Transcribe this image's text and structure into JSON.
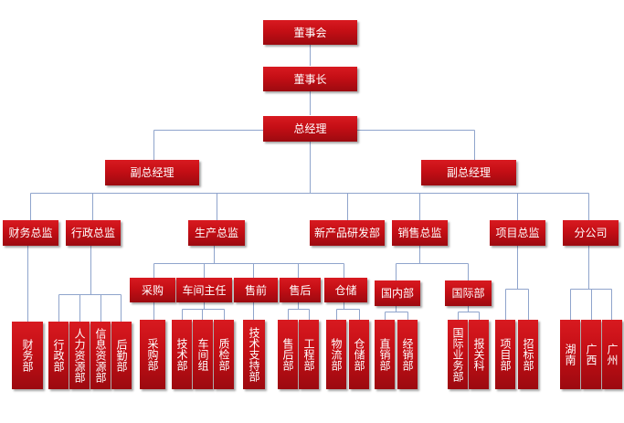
{
  "org": {
    "board": "董事会",
    "chairman": "董事长",
    "gm": "总经理",
    "deputy_gm_left": "副总经理",
    "deputy_gm_right": "副总经理",
    "finance_director": "财务总监",
    "admin_director": "行政总监",
    "production_director": "生产总监",
    "rd_dept": "新产品研发部",
    "sales_director": "销售总监",
    "project_director": "项目总监",
    "branch": "分公司",
    "purchasing": "采购",
    "workshop_director": "车间主任",
    "presales": "售前",
    "aftersales": "售后",
    "warehouse": "仓储",
    "domestic_dept": "国内部",
    "international_dept": "国际部",
    "finance_dept": "财务部",
    "admin_dept": "行政部",
    "hr_dept": "人力资源部",
    "info_dept": "信息资源部",
    "logistics_dept": "后勤部",
    "purchasing_dept": "采购部",
    "tech_dept": "技术部",
    "workshop_team": "车间组",
    "qc_dept": "质检部",
    "tech_support_dept": "技术支持部",
    "aftersales_dept": "售后部",
    "engineering_dept": "工程部",
    "logistics_flow_dept": "物流部",
    "storage_dept": "仓储部",
    "direct_sales_dept": "直销部",
    "distribution_dept": "经销部",
    "intl_business_dept": "国际业务部",
    "customs_section": "报关科",
    "project_dept": "项目部",
    "bidding_dept": "招标部",
    "hunan": "湖南",
    "guangxi": "广西",
    "guangzhou": "广州"
  }
}
